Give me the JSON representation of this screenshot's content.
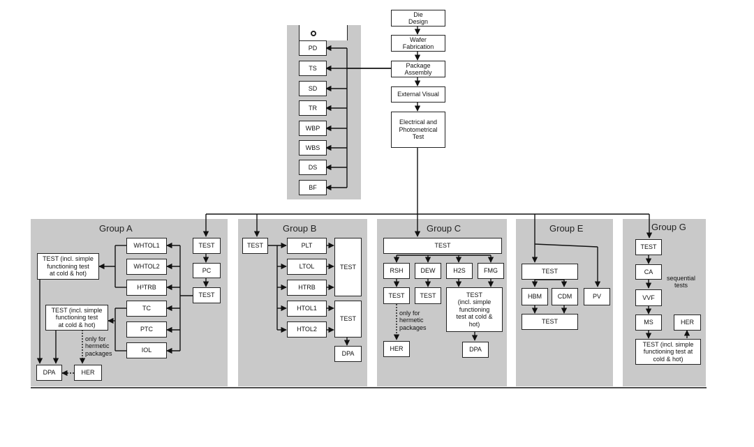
{
  "flow": {
    "die_design": "Die\nDesign",
    "wafer": "Wafer\nFabrication",
    "package": "Package\nAssembly",
    "visual": "External Visual",
    "electrical": "Electrical and\nPhotometrical\nTest"
  },
  "side": [
    "PD",
    "TS",
    "SD",
    "TR",
    "WBP",
    "WBS",
    "DS",
    "BF"
  ],
  "groups": {
    "a": {
      "title": "Group A",
      "test1": "TEST",
      "pc": "PC",
      "test2": "TEST",
      "whtol1": "WHTOL1",
      "whtol2": "WHTOL2",
      "h3trb": "H³TRB",
      "tc": "TC",
      "ptc": "PTC",
      "iol": "IOL",
      "test_hot1": "TEST (incl. simple\nfunctioning test\nat cold & hot)",
      "test_hot2": "TEST (incl. simple\nfunctioning test\nat cold & hot)",
      "note": "only for\nhermetic\npackages",
      "dpa": "DPA",
      "her": "HER"
    },
    "b": {
      "title": "Group B",
      "test": "TEST",
      "plt": "PLT",
      "ltol": "LTOL",
      "htrb": "HTRB",
      "htol1": "HTOL1",
      "htol2": "HTOL2",
      "test_r1": "TEST",
      "test_r2": "TEST",
      "dpa": "DPA"
    },
    "c": {
      "title": "Group C",
      "test": "TEST",
      "rsh": "RSH",
      "dew": "DEW",
      "h2s": "H2S",
      "fmg": "FMG",
      "test_rsh": "TEST",
      "test_dew": "TEST",
      "test_big": "TEST\n(incl. simple\nfunctioning\ntest at cold &\nhot)",
      "note": "only for\nhermetic\npackages",
      "her": "HER",
      "dpa": "DPA"
    },
    "e": {
      "title": "Group E",
      "test1": "TEST",
      "hbm": "HBM",
      "cdm": "CDM",
      "pv": "PV",
      "test2": "TEST"
    },
    "g": {
      "title": "Group G",
      "test": "TEST",
      "ca": "CA",
      "vvf": "VVF",
      "ms": "MS",
      "her": "HER",
      "note": "sequential\ntests",
      "test_hot": "TEST (incl. simple\nfunctioning test at\ncold & hot)"
    }
  }
}
